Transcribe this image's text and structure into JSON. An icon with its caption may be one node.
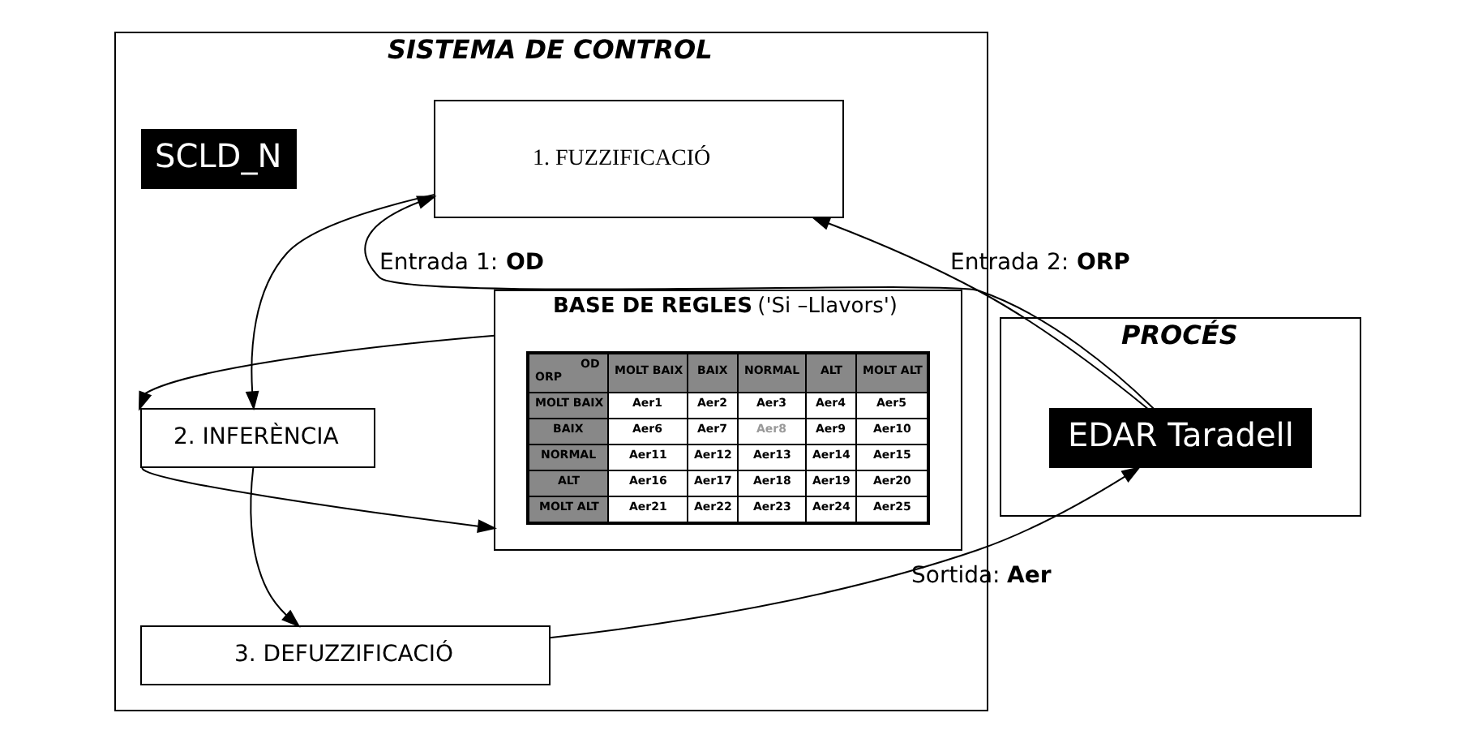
{
  "diagram": {
    "nodes": [
      {
        "text": [
          "PROCÉS"
        ]
      },
      {
        "text": [
          "EDAR Taradell"
        ],
        "in": 0
      },
      {
        "text": [
          "SISTEMA DE CONTROL"
        ]
      },
      {
        "text": [
          "SCLD_N"
        ],
        "in": 2
      },
      {
        "text": [
          "1. FUZZIFICACIÓ"
        ],
        "in": 2
      },
      {
        "text": [
          "**BASE DE REGLES** ('Si –Llavors')"
        ],
        "in": 2
      },
      {
        "text": [
          "2. INFERÈNCIA"
        ],
        "in": 2
      },
      {
        "text": [
          "3. DEFUZZIFICACIÓ"
        ],
        "in": 2
      }
    ],
    "edges": [
      {
        "from": 1,
        "to": 4,
        "arrow": "to",
        "label": "Entrada 1: **OD**"
      },
      {
        "from": 1,
        "to": 4,
        "arrow": "to",
        "label": "Entrada 2: **ORP**"
      },
      {
        "from": 4,
        "to": 6,
        "arrow": "to"
      },
      {
        "from": 5,
        "to": 6,
        "arrow": "to"
      },
      {
        "from": 6,
        "to": 5,
        "arrow": "to"
      },
      {
        "from": 6,
        "to": 7,
        "arrow": "to"
      },
      {
        "from": 7,
        "to": 1,
        "arrow": "to",
        "label": "Sortida: **Aer**"
      }
    ],
    "labels": [
      "OD",
      "ORP",
      "MOLT BAIX",
      "BAIX",
      "NORMAL",
      "ALT",
      "MOLT ALT",
      "MOLT BAIX",
      "Aer1",
      "Aer2",
      "Aer3",
      "Aer4",
      "Aer5",
      "BAIX",
      "Aer6",
      "Aer7",
      "Aer8",
      "Aer9",
      "Aer10",
      "NORMAL",
      "Aer11",
      "Aer12",
      "Aer13",
      "Aer14",
      "Aer15",
      "ALT",
      "Aer16",
      "Aer17",
      "Aer18",
      "Aer19",
      "Aer20",
      "MOLT ALT",
      "Aer21",
      "Aer22",
      "Aer23",
      "Aer24",
      "Aer25"
    ]
  }
}
